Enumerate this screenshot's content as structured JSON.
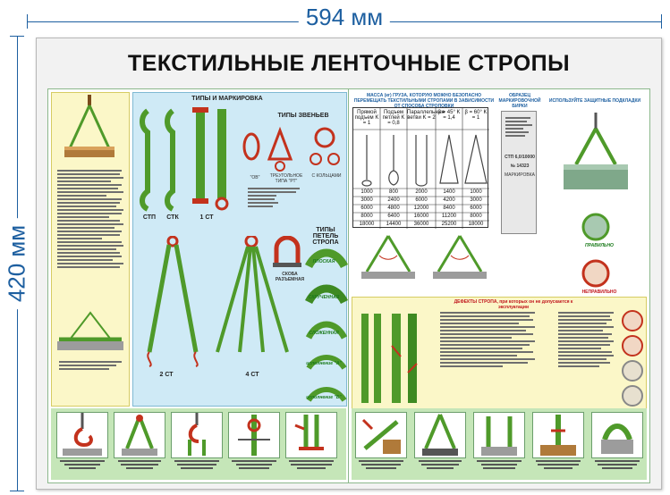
{
  "dimensions": {
    "width_label": "594 мм",
    "height_label": "420 мм"
  },
  "poster": {
    "title": "ТЕКСТИЛЬНЫЕ ЛЕНТОЧНЫЕ СТРОПЫ",
    "left_panel": {
      "types_heading": "ТИПЫ И МАРКИРОВКА",
      "links_heading": "ТИПЫ ЗВЕНЬЕВ",
      "loop_types_heading": "ТИПЫ ПЕТЕЛЬ СТРОПА",
      "sling_codes": [
        "СТП",
        "СТК",
        "1 СТ"
      ],
      "sling_bottom_codes": [
        "2 СТ",
        "4 СТ"
      ],
      "link_labels": [
        "\"ОВ\"",
        "ТРЕУГОЛЬНОЕ ТИПА \"РТ\"",
        "С КОЛЬЦАМИ"
      ],
      "shackle_label": "СКОБА РАЗЪЕМНАЯ",
      "loop_types": [
        "ПЛОСКАЯ",
        "СКРУЧЕННАЯ",
        "СЛОЖЕННАЯ",
        "исполнение \"А\"",
        "исполнение \"Б\""
      ]
    },
    "right_panel": {
      "mass_heading": "МАССА (кг) ГРУЗА, КОТОРУЮ МОЖНО БЕЗОПАСНО ПЕРЕМЕЩАТЬ ТЕКСТИЛЬНЫМИ СТРОПАМИ В ЗАВИСИМОСТИ ОТ СПОСОБА СТРОПОВКИ",
      "tag_heading": "ОБРАЗЕЦ МАРКИРОВОЧНОЙ БИРКИ",
      "pads_heading": "ИСПОЛЬЗУЙТЕ ЗАЩИТНЫЕ ПОДКЛАДКИ",
      "table_columns": [
        "Прямой подъем K = 1",
        "Подъем петлей K = 0,8",
        "Параллельные ветви K = 2",
        "β = 45° K = 1,4",
        "β = 60° K = 1"
      ],
      "table_rows": [
        [
          "1000",
          "800",
          "2000",
          "1400",
          "1000"
        ],
        [
          "3000",
          "2400",
          "6000",
          "4200",
          "3000"
        ],
        [
          "6000",
          "4800",
          "12000",
          "8400",
          "6000"
        ],
        [
          "8000",
          "6400",
          "16000",
          "11200",
          "8000"
        ],
        [
          "18000",
          "14400",
          "36000",
          "25200",
          "18000"
        ]
      ],
      "tag_text": [
        "СТП 6,0/10000",
        "№ 14323",
        "МАРКИРОВКА"
      ],
      "correct_label": "ПРАВИЛЬНО",
      "incorrect_label": "НЕПРАВИЛЬНО",
      "defects_heading": "ДЕФЕКТЫ СТРОПА, при которых он не допускается к эксплуатации"
    }
  },
  "colors": {
    "dimension": "#1d5fa0",
    "sling_green": "#4f9a2a",
    "hardware_red": "#c3321d",
    "panel_green": "#c5e6b8",
    "panel_blue": "#cfeaf6",
    "panel_yellow": "#fbf7c8"
  }
}
